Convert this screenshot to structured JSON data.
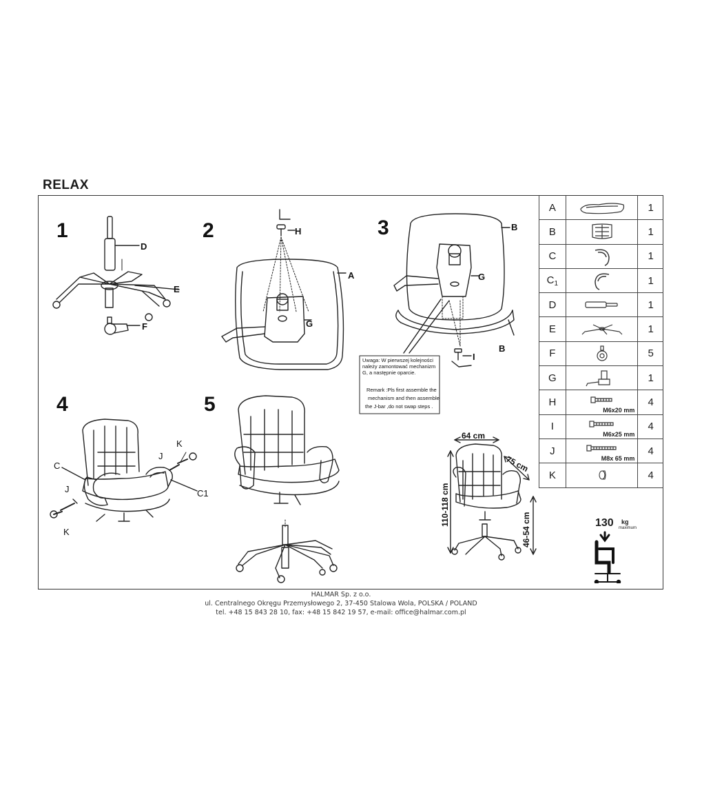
{
  "document": {
    "title": "RELAX"
  },
  "steps": [
    {
      "number": "1"
    },
    {
      "number": "2"
    },
    {
      "number": "3"
    },
    {
      "number": "4"
    },
    {
      "number": "5"
    }
  ],
  "callouts": {
    "step1": [
      "D",
      "E",
      "F"
    ],
    "step2": [
      "H",
      "A",
      "G"
    ],
    "step3": [
      "B",
      "G",
      "B",
      "I"
    ],
    "step4": [
      "C",
      "J",
      "K",
      "C1",
      "J",
      "K"
    ]
  },
  "note": {
    "polish": [
      "Uwaga: W pierwszej kolejności",
      "należy zamontować mechanizm",
      "G, a następnie oparcie."
    ],
    "english": [
      "Remark :Pls first assemble the",
      "mechanism and then assemble",
      "the J-bar ,do not swap steps ."
    ]
  },
  "dimensions": {
    "width": "64 cm",
    "depth": "75 cm",
    "height": "110-118 cm",
    "seat_height": "46-54 cm"
  },
  "capacity": {
    "value": "130",
    "unit": "kg",
    "label": "maximum"
  },
  "parts": [
    {
      "letter": "A",
      "qty": "1",
      "icon": "seat-icon"
    },
    {
      "letter": "B",
      "qty": "1",
      "icon": "backrest-icon"
    },
    {
      "letter": "C",
      "qty": "1",
      "icon": "armrest-icon"
    },
    {
      "letter": "C",
      "sub": "1",
      "qty": "1",
      "icon": "armrest-icon"
    },
    {
      "letter": "D",
      "qty": "1",
      "icon": "gas-lift-icon"
    },
    {
      "letter": "E",
      "qty": "1",
      "icon": "base-icon"
    },
    {
      "letter": "F",
      "qty": "5",
      "icon": "caster-icon"
    },
    {
      "letter": "G",
      "qty": "1",
      "icon": "mechanism-icon"
    },
    {
      "letter": "H",
      "qty": "4",
      "icon": "screw-icon",
      "spec": "M6x20 mm"
    },
    {
      "letter": "I",
      "qty": "4",
      "icon": "screw-icon",
      "spec": "M6x25 mm"
    },
    {
      "letter": "J",
      "qty": "4",
      "icon": "screw-icon",
      "spec": "M8x 65 mm"
    },
    {
      "letter": "K",
      "qty": "4",
      "icon": "cap-icon"
    }
  ],
  "footer": {
    "company": "HALMAR Sp. z o.o.",
    "address": "ul. Centralnego Okręgu Przemysłowego 2, 37-450 Stalowa Wola, POLSKA / POLAND",
    "contact": "tel. +48 15 843 28 10, fax: +48 15 842 19 57, e-mail: office@halmar.com.pl"
  }
}
